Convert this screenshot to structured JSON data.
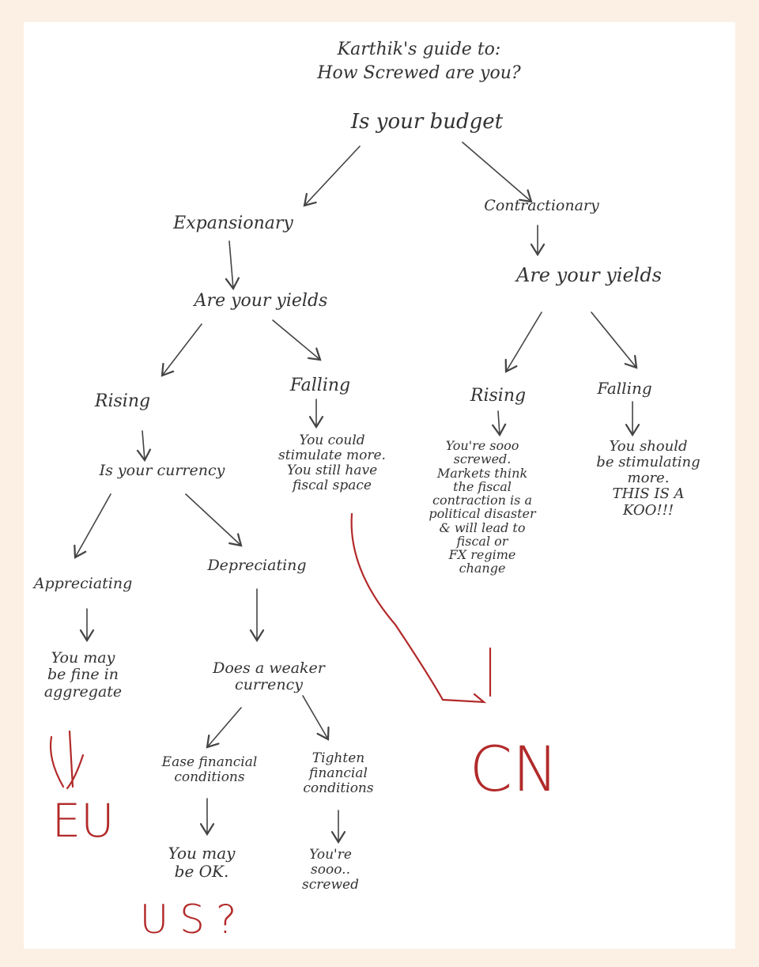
{
  "title": {
    "line1": "Karthik's guide to:",
    "line2": "How Screwed are you?"
  },
  "root": "Is your budget",
  "expansionary": {
    "label": "Expansionary",
    "question": "Are your yields",
    "rising": "Rising",
    "falling": "Falling",
    "falling_result": "You could\nstimulate more.\nYou still have\nfiscal space",
    "currency_question": "Is your currency",
    "appreciating": "Appreciating",
    "appreciating_result": "You may\nbe fine in\naggregate",
    "depreciating": "Depreciating",
    "weaker_question": "Does a weaker\ncurrency",
    "ease": "Ease financial\nconditions",
    "ease_result": "You may\nbe OK.",
    "tighten": "Tighten\nfinancial\nconditions",
    "tighten_result": "You're\nsooo..\nscrewed"
  },
  "contractionary": {
    "label": "Contractionary",
    "question": "Are your yields",
    "rising": "Rising",
    "rising_result": "You're sooo\nscrewed.\nMarkets think\nthe fiscal\ncontraction is a\npolitical disaster\n& will lead to\nfiscal or\nFX regime\nchange",
    "falling": "Falling",
    "falling_result": "You should\nbe stimulating\nmore.\nTHIS IS A KOO!!!"
  },
  "annotations": {
    "eu": "EU",
    "us": "US?",
    "cn": "CN"
  },
  "colors": {
    "background": "#fcefe4",
    "paper": "#ffffff",
    "ink": "#333333",
    "annotation": "#b22a2a"
  }
}
